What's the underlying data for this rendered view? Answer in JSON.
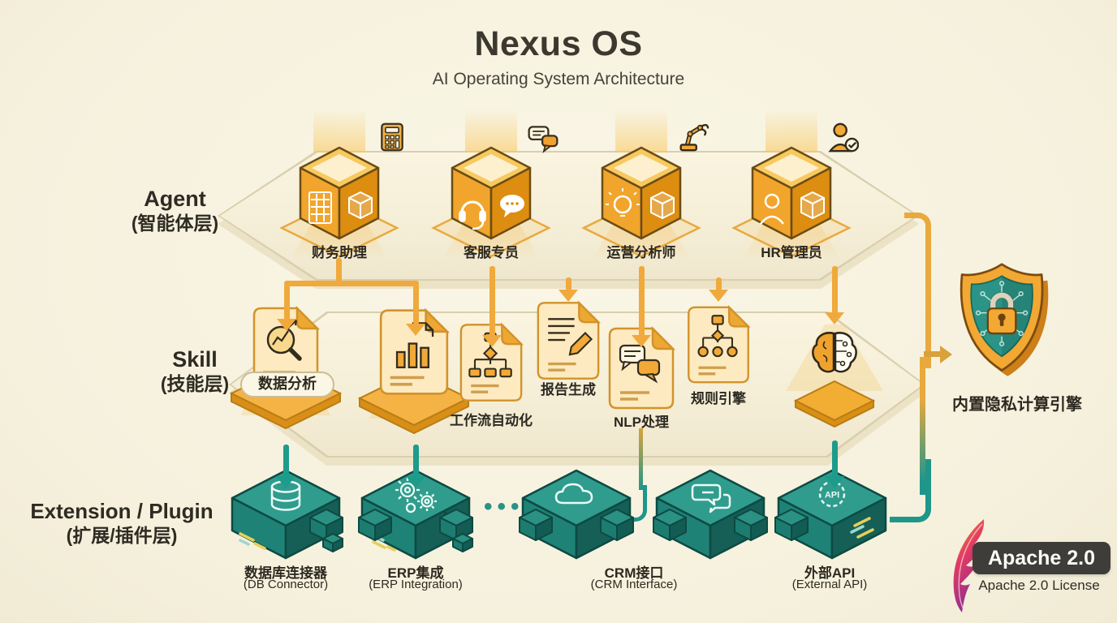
{
  "title": "Nexus OS",
  "subtitle": "AI Operating System Architecture",
  "layers": {
    "agent": {
      "en": "Agent",
      "zh": "(智能体层)"
    },
    "skill": {
      "en": "Skill",
      "zh": "(技能层)"
    },
    "extension": {
      "en": "Extension / Plugin",
      "zh": "(扩展/插件层)"
    }
  },
  "agents": [
    {
      "label": "财务助理",
      "cube_icon": "spreadsheet-icon",
      "float_icon": "calculator-icon"
    },
    {
      "label": "客服专员",
      "cube_icon": "headset-icon",
      "float_icon": "chat-bubbles-icon"
    },
    {
      "label": "运营分析师",
      "cube_icon": "lightbulb-icon",
      "float_icon": "robot-arm-icon"
    },
    {
      "label": "HR管理员",
      "cube_icon": "person-icon",
      "float_icon": "person-check-icon"
    }
  ],
  "skills": [
    {
      "label": "数据分析",
      "icon": "chart-magnifier-icon"
    },
    {
      "label": "",
      "icon": "bar-chart-doc-icon"
    },
    {
      "label": "工作流自动化",
      "icon": "workflow-icon"
    },
    {
      "label": "报告生成",
      "icon": "report-pencil-icon"
    },
    {
      "label": "NLP处理",
      "icon": "nlp-chat-icon"
    },
    {
      "label": "规则引擎",
      "icon": "rule-tree-icon"
    },
    {
      "label": "",
      "icon": "brain-icon"
    }
  ],
  "extensions": [
    {
      "zh": "数据库连接器",
      "en": "(DB Connector)",
      "icon": "database-icon"
    },
    {
      "zh": "ERP集成",
      "en": "(ERP Integration)",
      "icon": "gears-icon"
    },
    {
      "zh": "CRM接口",
      "en": "(CRM Interface)",
      "icon": "cloud-icon"
    },
    {
      "zh": "",
      "en": "",
      "icon": "messages-icon"
    },
    {
      "zh": "外部API",
      "en": "(External API)",
      "icon": "api-icon"
    }
  ],
  "more_indicator": "•••",
  "privacy_engine": {
    "label": "内置隐私计算引擎",
    "icon": "shield-lock-icon"
  },
  "license": {
    "badge": "Apache 2.0",
    "caption": "Apache 2.0 License",
    "icon": "apache-feather-icon"
  },
  "colors": {
    "background": "#F8F4E3",
    "accent_orange": "#F0A832",
    "accent_teal": "#1F8F82",
    "badge_dark": "#3E3D3A",
    "text_dark": "#2C2920"
  }
}
